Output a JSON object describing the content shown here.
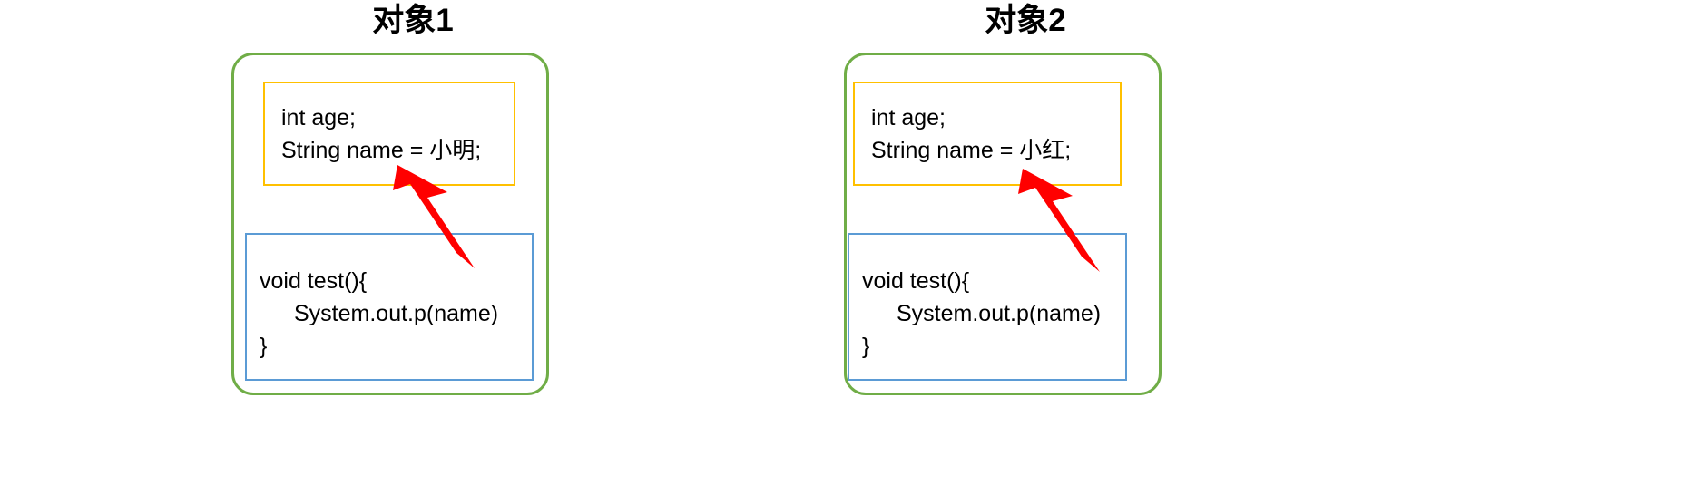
{
  "diagram": {
    "type": "java-object-memory-diagram",
    "background_color": "#FFFFFF",
    "colors": {
      "object_border": "#70AD47",
      "fields_border": "#FFC000",
      "methods_border": "#5B9BD5",
      "arrow": "#FF0000",
      "text": "#000000"
    },
    "objects": [
      {
        "title": "对象1",
        "fields": [
          "int age;",
          "String name = 小明;"
        ],
        "methods": [
          "void test(){",
          "System.out.p(name)",
          "}"
        ],
        "arrow": {
          "name": "reference-arrow",
          "from": "methods-box",
          "to": "fields-box",
          "direction": "up-left"
        }
      },
      {
        "title": "对象2",
        "fields": [
          "int age;",
          "String name = 小红;"
        ],
        "methods": [
          "void test(){",
          "System.out.p(name)",
          "}"
        ],
        "arrow": {
          "name": "reference-arrow",
          "from": "methods-box",
          "to": "fields-box",
          "direction": "up-left"
        }
      }
    ]
  }
}
